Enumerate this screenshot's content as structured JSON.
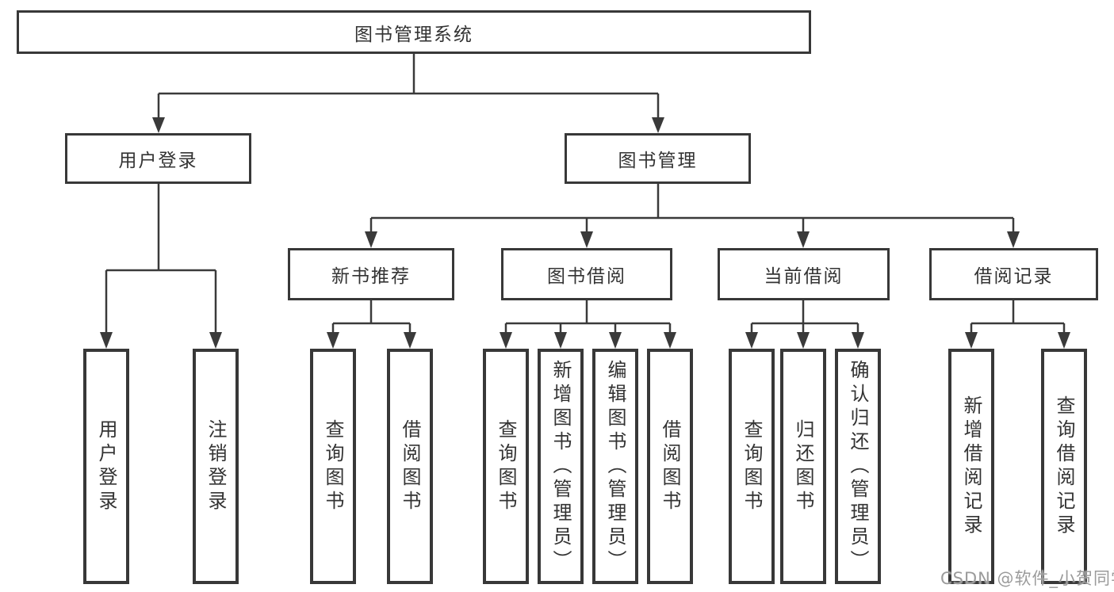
{
  "tree": {
    "root": "图书管理系统",
    "children": [
      {
        "label": "用户登录",
        "children": [
          "用户登录",
          "注销登录"
        ]
      },
      {
        "label": "图书管理",
        "children": [
          {
            "label": "新书推荐",
            "children": [
              "查询图书",
              "借阅图书"
            ]
          },
          {
            "label": "图书借阅",
            "children": [
              "查询图书",
              "新增图书（管理员）",
              "编辑图书（管理员）",
              "借阅图书"
            ]
          },
          {
            "label": "当前借阅",
            "children": [
              "查询图书",
              "归还图书",
              "确认归还（管理员）"
            ]
          },
          {
            "label": "借阅记录",
            "children": [
              "新增借阅记录",
              "查询借阅记录"
            ]
          }
        ]
      }
    ]
  },
  "watermark": {
    "text": "CSDN @软件_小贺同学"
  },
  "colors": {
    "line": "#3a3a3a",
    "box_border": "#383838",
    "text": "#333333",
    "background": "#ffffff",
    "watermark": "#9b9b9b"
  }
}
